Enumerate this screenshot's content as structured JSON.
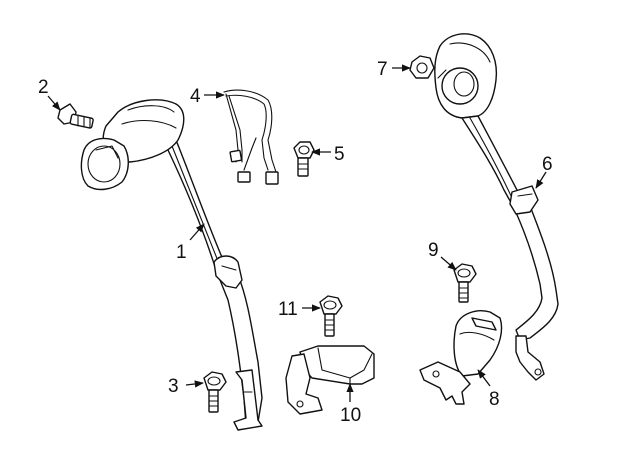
{
  "callouts": [
    "1",
    "2",
    "3",
    "4",
    "5",
    "6",
    "7",
    "8",
    "9",
    "10",
    "11"
  ],
  "colors": {
    "line": "#111111",
    "background": "#ffffff"
  }
}
